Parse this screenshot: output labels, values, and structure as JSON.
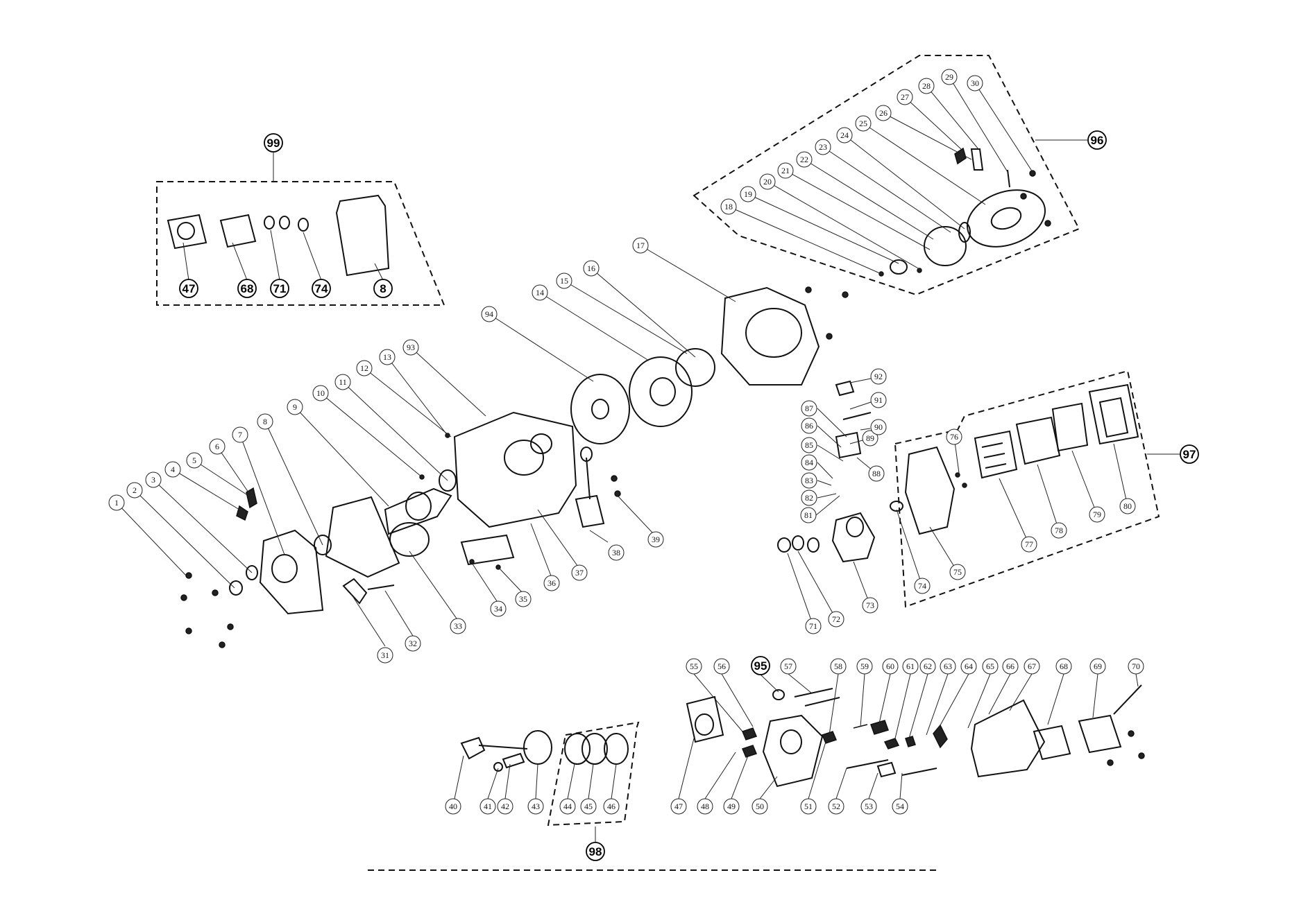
{
  "kits": [
    {
      "id": "kit-99",
      "label": "99",
      "members": [
        "47",
        "68",
        "71",
        "74",
        "8"
      ]
    },
    {
      "id": "kit-96",
      "label": "96"
    },
    {
      "id": "kit-97",
      "label": "97"
    },
    {
      "id": "kit-98",
      "label": "98"
    },
    {
      "id": "kit-95",
      "label": "95"
    }
  ],
  "callouts": [
    "1",
    "2",
    "3",
    "4",
    "5",
    "6",
    "7",
    "8",
    "9",
    "10",
    "11",
    "12",
    "13",
    "14",
    "15",
    "16",
    "17",
    "18",
    "19",
    "20",
    "21",
    "22",
    "23",
    "24",
    "25",
    "26",
    "27",
    "28",
    "29",
    "30",
    "31",
    "32",
    "33",
    "34",
    "35",
    "36",
    "37",
    "38",
    "39",
    "40",
    "41",
    "42",
    "43",
    "44",
    "45",
    "46",
    "47",
    "48",
    "49",
    "50",
    "51",
    "52",
    "53",
    "54",
    "55",
    "56",
    "57",
    "58",
    "59",
    "60",
    "61",
    "62",
    "63",
    "64",
    "65",
    "66",
    "67",
    "68",
    "69",
    "70",
    "71",
    "72",
    "73",
    "74",
    "75",
    "76",
    "77",
    "78",
    "79",
    "80",
    "81",
    "82",
    "83",
    "84",
    "85",
    "86",
    "87",
    "88",
    "89",
    "90",
    "91",
    "92",
    "93",
    "94"
  ]
}
